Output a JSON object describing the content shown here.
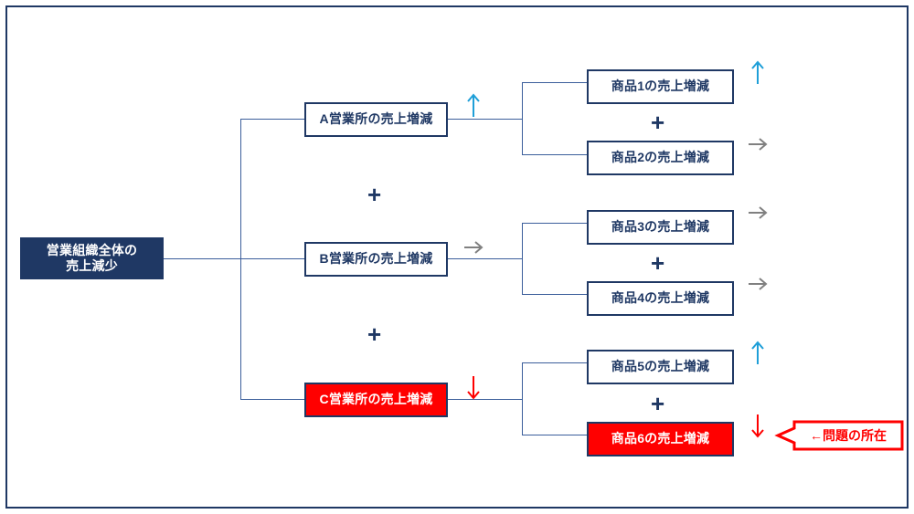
{
  "diagram": {
    "title_text": "営業組織全体の\n売上減少",
    "colors": {
      "navy": "#1F3864",
      "red": "#FF0000",
      "cyan": "#1F9FD8",
      "gray": "#808080",
      "connector": "#3B5E9B",
      "white": "#FFFFFF"
    },
    "root": {
      "line1": "営業組織全体の",
      "line2": "売上減少",
      "style": "navy-filled"
    },
    "level1": [
      {
        "label": "A営業所の売上増減",
        "style": "plain",
        "trend": "up",
        "trend_color": "#1F9FD8"
      },
      {
        "label": "B営業所の売上増減",
        "style": "plain",
        "trend": "right",
        "trend_color": "#808080"
      },
      {
        "label": "C営業所の売上増減",
        "style": "alert",
        "trend": "down",
        "trend_color": "#FF0000"
      }
    ],
    "level2": [
      {
        "label": "商品1の売上増減",
        "style": "plain",
        "trend": "up",
        "trend_color": "#1F9FD8"
      },
      {
        "label": "商品2の売上増減",
        "style": "plain",
        "trend": "right",
        "trend_color": "#808080"
      },
      {
        "label": "商品3の売上増減",
        "style": "plain",
        "trend": "right",
        "trend_color": "#808080"
      },
      {
        "label": "商品4の売上増減",
        "style": "plain",
        "trend": "right",
        "trend_color": "#808080"
      },
      {
        "label": "商品5の売上増減",
        "style": "plain",
        "trend": "up",
        "trend_color": "#1F9FD8"
      },
      {
        "label": "商品6の売上増減",
        "style": "alert",
        "trend": "down",
        "trend_color": "#FF0000"
      }
    ],
    "operators": {
      "level1_plus_1": "+",
      "level1_plus_2": "+",
      "level2_plus_1": "+",
      "level2_plus_2": "+",
      "level2_plus_3": "+"
    },
    "callout": {
      "text": "←問題の所在",
      "color": "#FF0000"
    }
  }
}
